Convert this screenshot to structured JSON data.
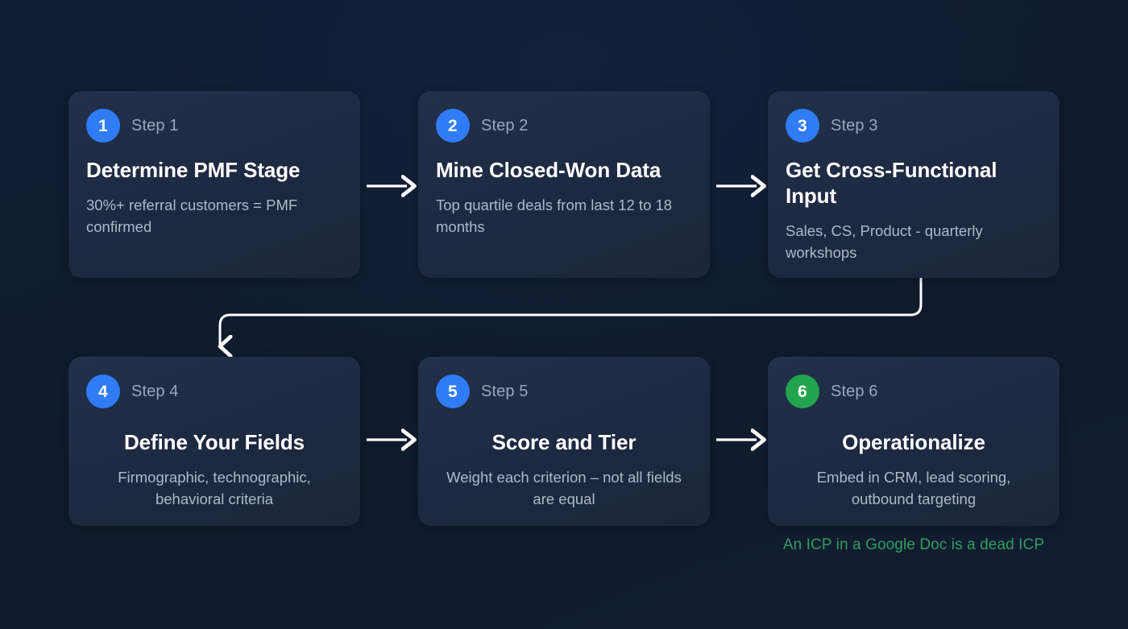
{
  "theme": {
    "background": "#101c30",
    "card_fill": "#1e2a3e",
    "badge_blue": "#2f7cf6",
    "badge_green": "#22a44e",
    "title_color": "#ffffff",
    "step_label_color": "#9aa7ba",
    "desc_color": "#aeb9c9",
    "connector_color": "#ffffff",
    "caption_color": "#2f9e5d"
  },
  "diagram": {
    "type": "process-flow",
    "layout": "2 rows x 3 columns, snake order",
    "steps": [
      {
        "number": "1",
        "badge_color": "blue",
        "step_label": "Step 1",
        "title": "Determine PMF Stage",
        "description": "30%+ referral customers = PMF confirmed"
      },
      {
        "number": "2",
        "badge_color": "blue",
        "step_label": "Step 2",
        "title": "Mine Closed-Won Data",
        "description": "Top quartile deals from last 12 to 18 months"
      },
      {
        "number": "3",
        "badge_color": "blue",
        "step_label": "Step 3",
        "title": "Get Cross-Functional Input",
        "description": "Sales, CS, Product - quarterly workshops"
      },
      {
        "number": "4",
        "badge_color": "blue",
        "step_label": "Step 4",
        "title": "Define Your Fields",
        "description": "Firmographic, technographic, behavioral criteria"
      },
      {
        "number": "5",
        "badge_color": "blue",
        "step_label": "Step 5",
        "title": "Score and Tier",
        "description": "Weight each criterion – not all fields are equal"
      },
      {
        "number": "6",
        "badge_color": "green",
        "step_label": "Step 6",
        "title": "Operationalize",
        "description": "Embed in CRM, lead scoring, outbound targeting"
      }
    ],
    "connectors": [
      {
        "name": "arrow-step1-to-step2",
        "kind": "straight-right"
      },
      {
        "name": "arrow-step2-to-step3",
        "kind": "straight-right"
      },
      {
        "name": "arrow-step3-to-step4",
        "kind": "elbow-down-left"
      },
      {
        "name": "arrow-step4-to-step5",
        "kind": "straight-right"
      },
      {
        "name": "arrow-step5-to-step6",
        "kind": "straight-right"
      }
    ],
    "caption": "An ICP in a Google Doc is a dead ICP"
  }
}
